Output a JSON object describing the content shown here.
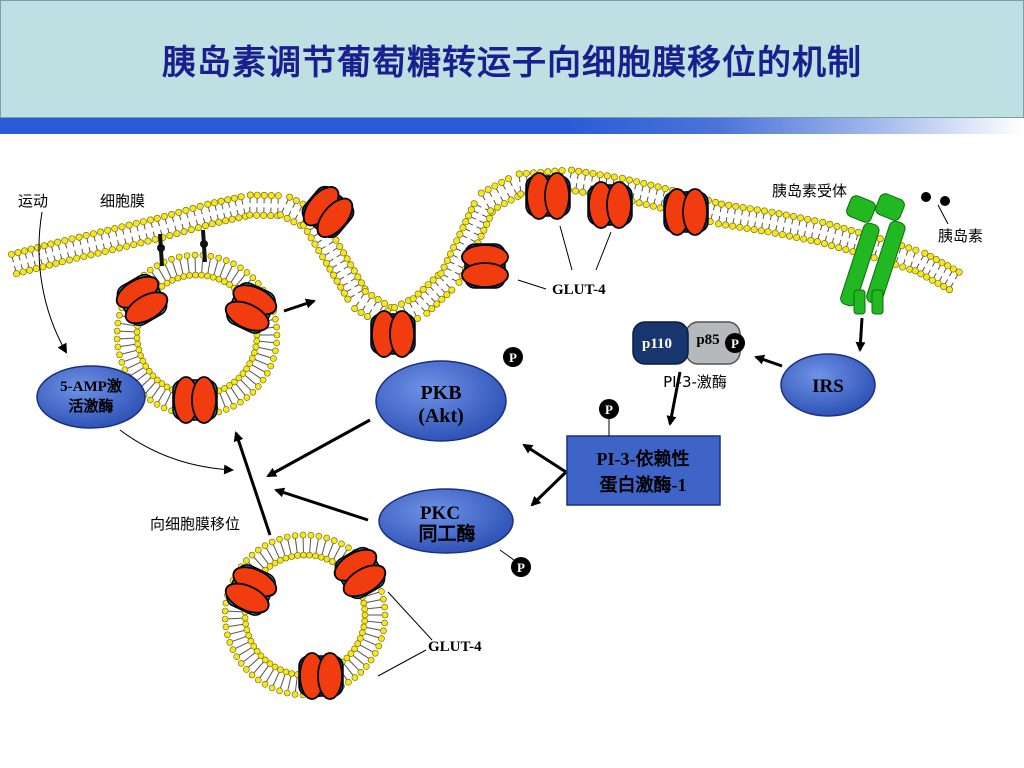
{
  "title": "胰岛素调节葡萄糖转运子向细胞膜移位的机制",
  "labels": {
    "exercise": "运动",
    "cell_membrane": "细胞膜",
    "insulin_receptor": "胰岛素受体",
    "insulin": "胰岛素",
    "glut4_top": "GLUT-4",
    "glut4_bottom": "GLUT-4",
    "translocation": "向细胞膜移位",
    "p110": "p110",
    "p85": "p85",
    "pi3k": "PI-3-激酶",
    "irs": "IRS",
    "pkb_line1": "PKB",
    "pkb_line2": "(Akt)",
    "pkc_line1": "PKC",
    "pkc_line2": "同工酶",
    "pdk_line1": "PI-3-依赖性",
    "pdk_line2": "蛋白激酶-1",
    "ampk_line1": "5-AMP激",
    "ampk_line2": "活激酶",
    "phospho": "P"
  },
  "colors": {
    "title_text": "#1a1f8f",
    "oval_fill": "#3f64c8",
    "box_fill": "#3f64c8",
    "glut_red": "#f03c0f",
    "glut_blue": "#1d39a8",
    "lipid_head": "#f5e61e",
    "receptor_green": "#22b822"
  }
}
